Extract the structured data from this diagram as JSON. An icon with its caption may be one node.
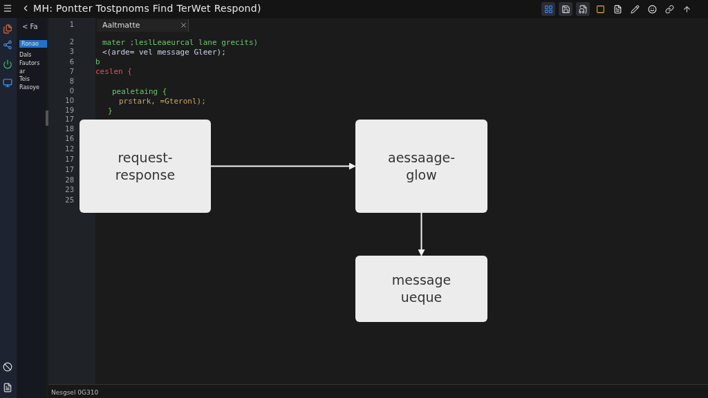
{
  "diagram": {
    "title": "MH: Pontter Tostpnoms Find TerWet Respond)",
    "nodes": [
      {
        "text": [
          "request- response"
        ]
      },
      {
        "text": [
          "aessaage- glow"
        ]
      },
      {
        "text": [
          "message ueque"
        ]
      }
    ],
    "edges": [
      {
        "from": 0,
        "to": 1,
        "arrow": "to"
      },
      {
        "from": 1,
        "to": 2,
        "arrow": "to"
      }
    ],
    "labels": [
      "Aaltmatte",
      "< Fa",
      "Ronao",
      "Dals",
      "Fautors",
      "ar",
      "Teis",
      "Rasoye",
      "1",
      "2",
      "3",
      "6",
      "7",
      "8",
      "0",
      "10",
      "19",
      "17",
      "18",
      "16",
      "12",
      "17",
      "17",
      "28",
      "23",
      "25",
      "mater ;leslLeaeurcal lane grecits)",
      "<(arde= vel message Gleer);",
      "b",
      "ceslen {",
      "pealetaing {",
      "prstark, =Gteronl);",
      "}",
      "Nesgsel 0G310"
    ]
  }
}
